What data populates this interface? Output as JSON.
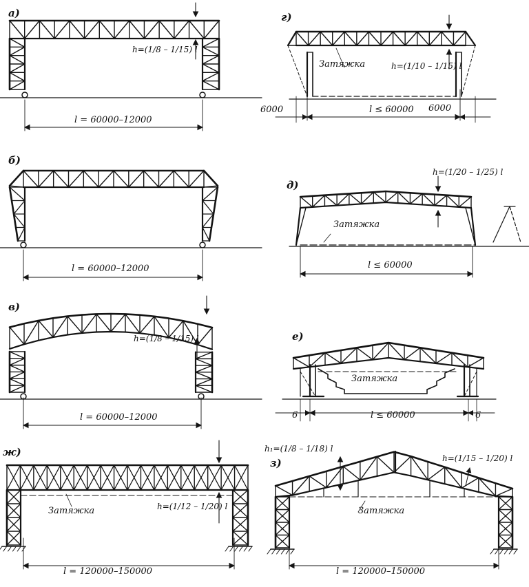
{
  "panels": [
    {
      "id": "a",
      "label": "а)",
      "formula": "h=(1/8 – 1/15) l",
      "span": "l = 60000–12000"
    },
    {
      "id": "g",
      "label": "г)",
      "tie": "Затяжка",
      "formula": "h=(1/10 – 1/15) l",
      "span": "l ≤ 60000",
      "edge_left": "6000",
      "edge_right": "6000"
    },
    {
      "id": "b",
      "label": "б)",
      "span": "l = 60000–12000"
    },
    {
      "id": "d",
      "label": "д)",
      "formula": "h=(1/20 – 1/25) l",
      "tie": "Затяжка",
      "span": "l ≤ 60000"
    },
    {
      "id": "v",
      "label": "в)",
      "formula": "h=(1/8 – 1/15) l",
      "span": "l = 60000–12000"
    },
    {
      "id": "e",
      "label": "е)",
      "tie": "Затяжка",
      "span": "l ≤ 60000",
      "edge_left": "6",
      "edge_right": "6"
    },
    {
      "id": "zh",
      "label": "ж)",
      "tie": "Затяжка",
      "formula": "h=(1/12 – 1/20) l",
      "span": "l = 120000–150000"
    },
    {
      "id": "z",
      "label": "з)",
      "formula_top": "h₁=(1/8 – 1/18) l",
      "formula": "h=(1/15 – 1/20) l",
      "tie": "Затяжка",
      "span": "l = 120000–150000"
    }
  ],
  "colors": {
    "ink": "#141414",
    "paper": "#ffffff"
  }
}
